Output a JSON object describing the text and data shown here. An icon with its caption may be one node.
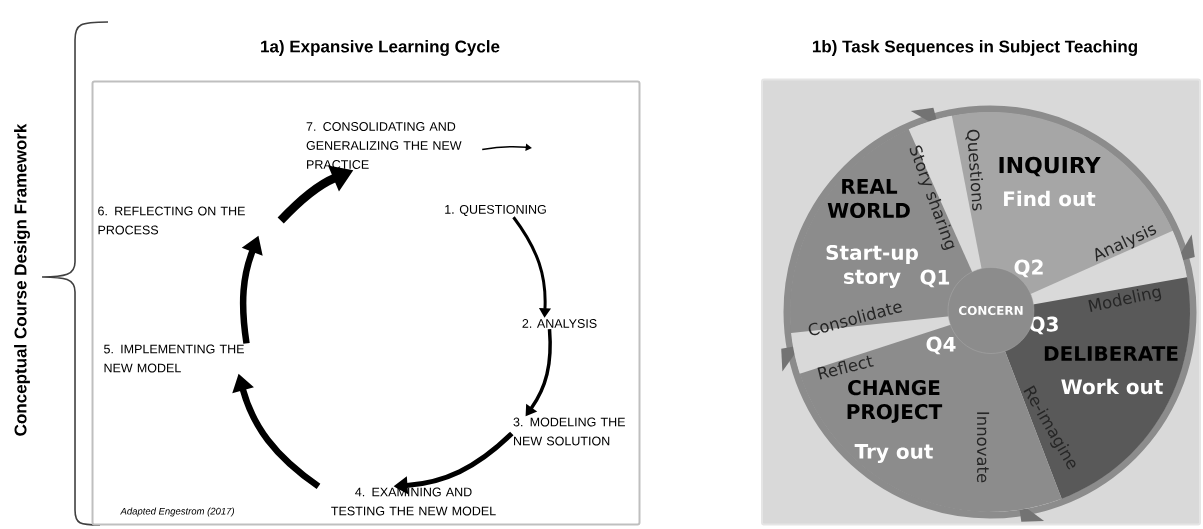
{
  "diagram": {
    "nodes": [
      {
        "text": [
          "1a) Expansive Learning Cycle"
        ]
      },
      {
        "text": [
          "1. QUESTIONING"
        ],
        "in": 0
      },
      {
        "text": [
          "2. ANALYSIS"
        ],
        "in": 0
      },
      {
        "text": [
          "3. MODELING THE NEW SOLUTION"
        ],
        "in": 0
      },
      {
        "text": [
          "4. EXAMINING AND TESTING THE NEW MODEL"
        ],
        "in": 0
      },
      {
        "text": [
          "5. IMPLEMENTING THE NEW MODEL"
        ],
        "in": 0
      },
      {
        "text": [
          "6. REFLECTING ON THE PROCESS"
        ],
        "in": 0
      },
      {
        "text": [
          "7. CONSOLIDATING AND GENERALIZING THE NEW PRACTICE"
        ],
        "in": 0
      },
      {
        "text": [
          "1b) Task Sequences in Subject Teaching"
        ]
      },
      {
        "text": [
          "REAL WORLD",
          "Start-up story",
          "Q1"
        ],
        "in": 8
      },
      {
        "text": [
          "INQUIRY",
          "Find out",
          "Q2"
        ],
        "in": 8
      },
      {
        "text": [
          "Q3",
          "DELIBERATE",
          "Work out"
        ],
        "in": 8
      },
      {
        "text": [
          "Q4",
          "CHANGE PROJECT",
          "Try out"
        ],
        "in": 8
      },
      {
        "text": [
          "CONCERN"
        ],
        "in": 8
      }
    ],
    "edges": [
      {
        "from": 1,
        "to": 2,
        "arrow": "to"
      },
      {
        "from": 2,
        "to": 3,
        "arrow": "to"
      },
      {
        "from": 3,
        "to": 4,
        "arrow": "to"
      },
      {
        "from": 4,
        "to": 5,
        "arrow": "to"
      },
      {
        "from": 5,
        "to": 6,
        "arrow": "to"
      },
      {
        "from": 6,
        "to": 7,
        "arrow": "to"
      },
      {
        "from": 7,
        "to": null,
        "arrow": "to"
      }
    ],
    "labels": [
      "Conceptual Course Design Framework",
      "Adapted Engestrom (2017)",
      "Story sharing",
      "Questions",
      "Analysis",
      "Modeling",
      "Re-imagine",
      "Innovate",
      "Reflect",
      "Consolidate"
    ]
  }
}
